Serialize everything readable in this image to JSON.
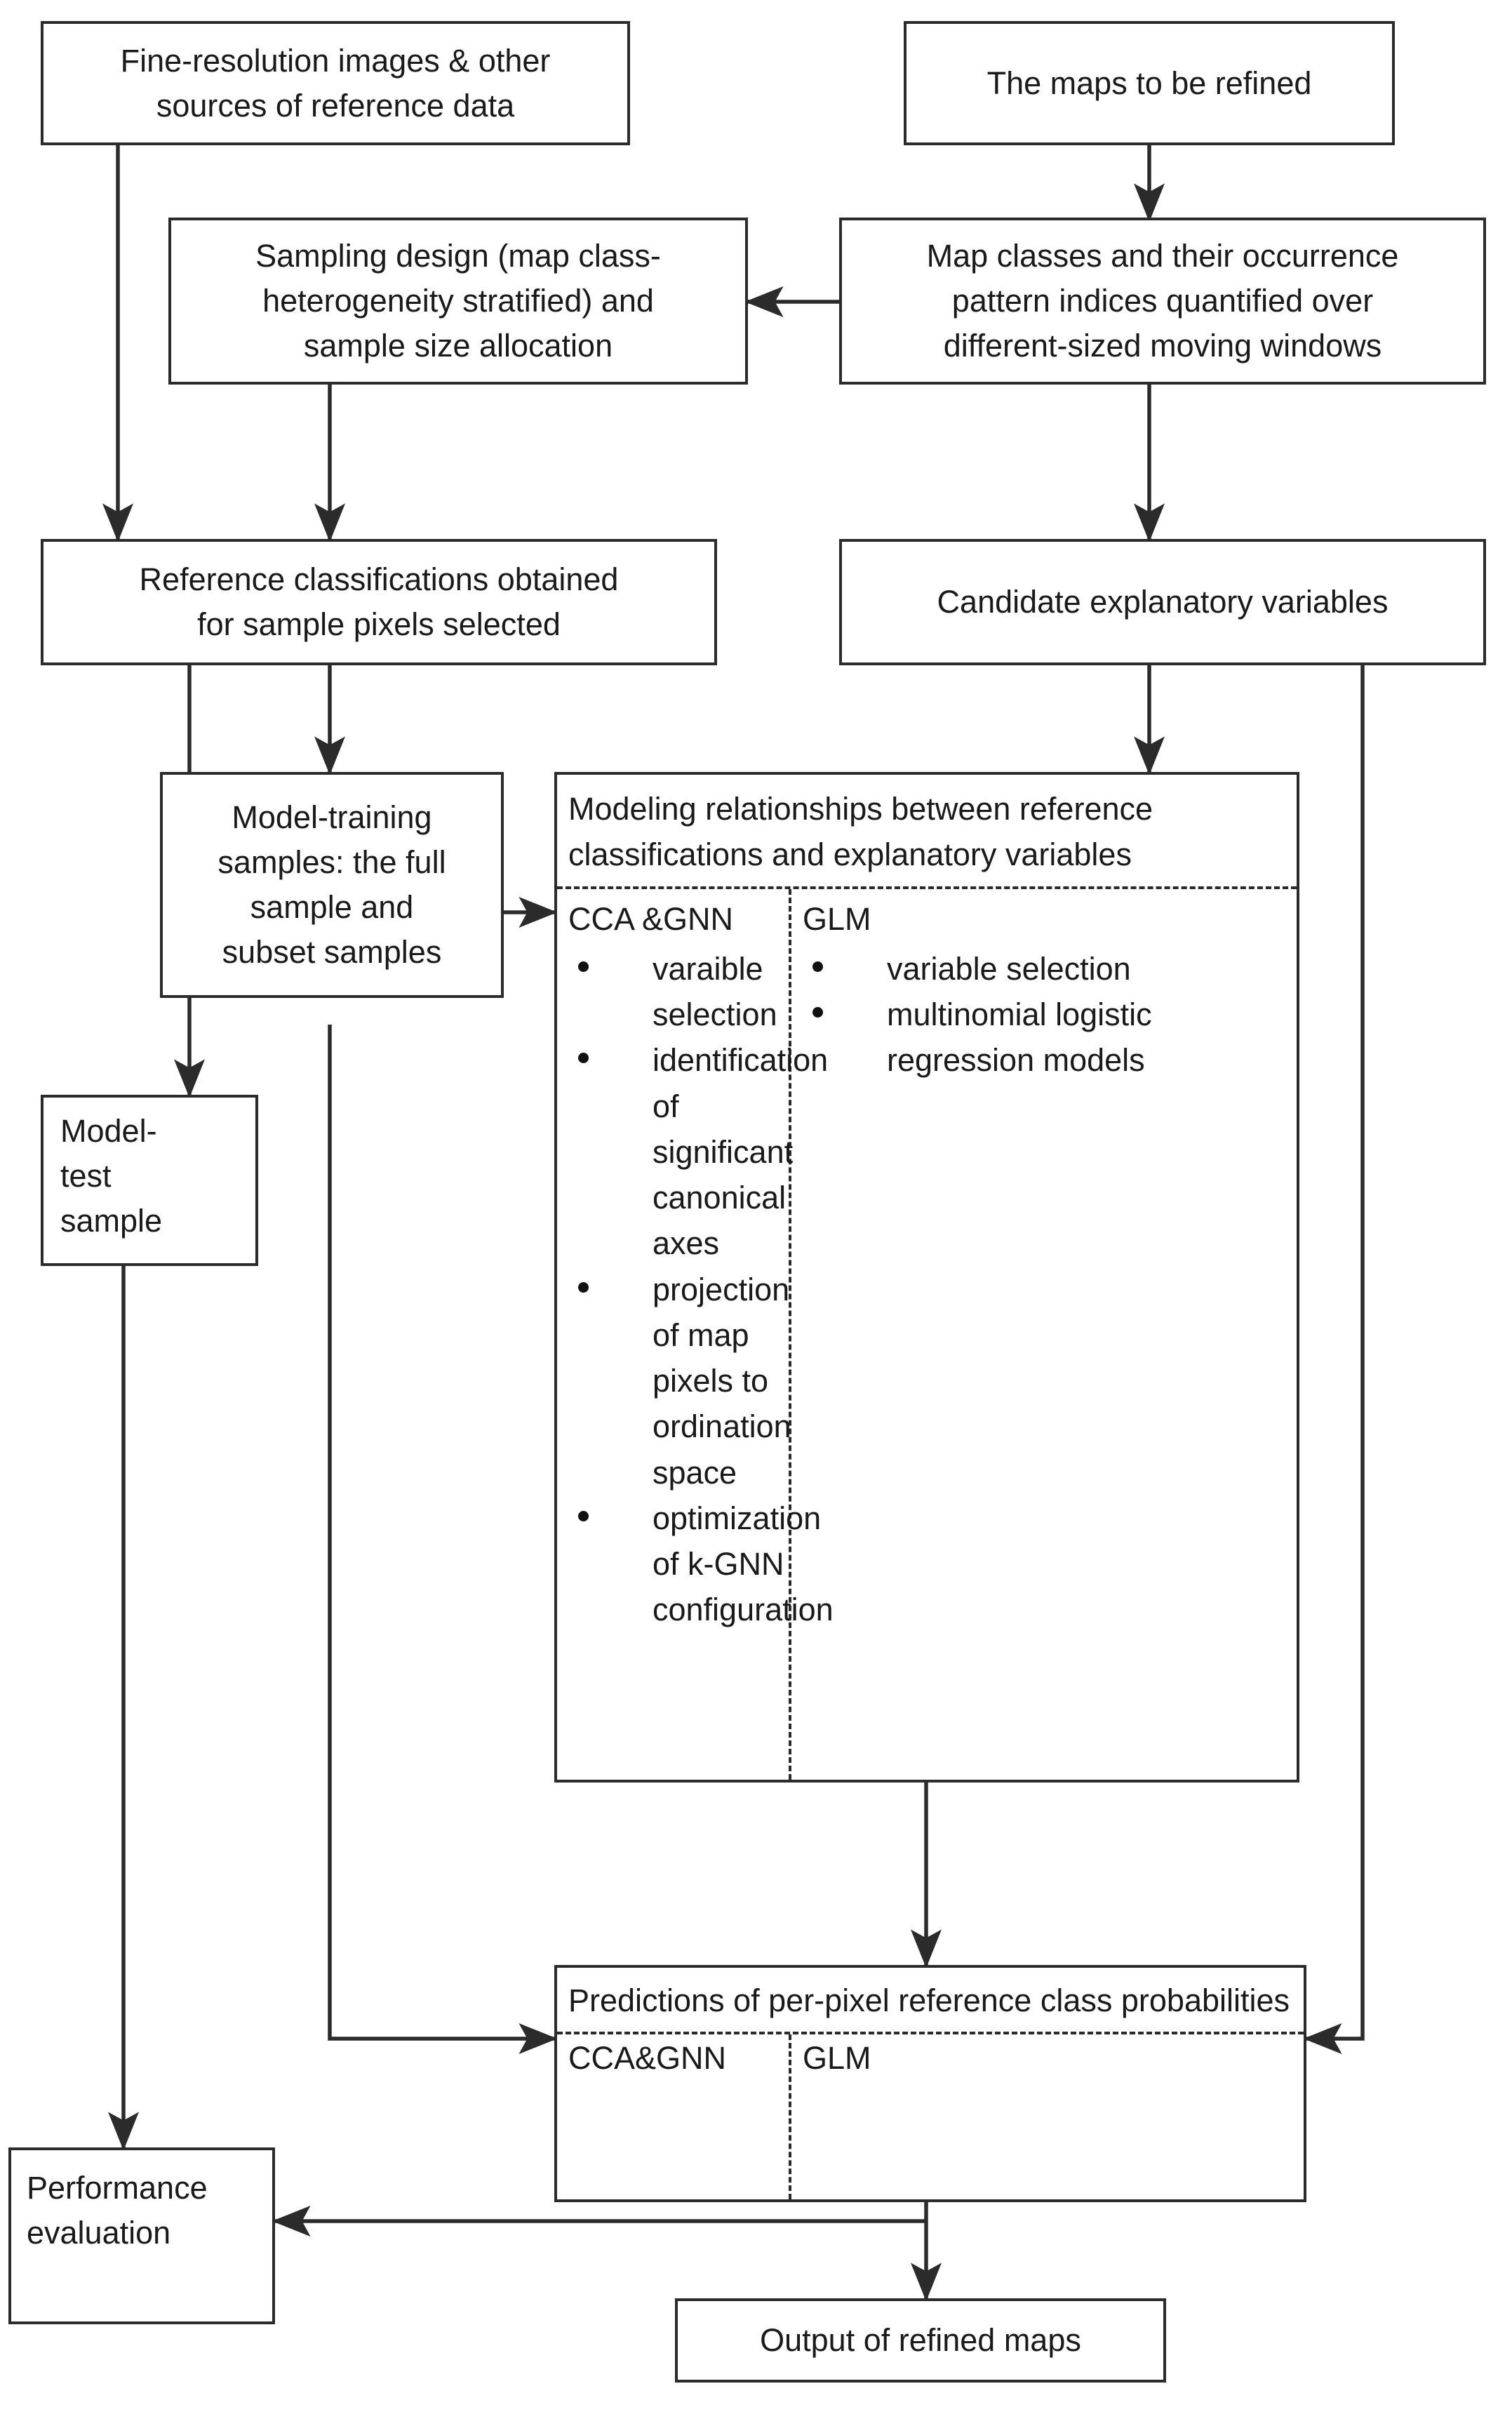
{
  "diagram": {
    "title": "Map refinement modeling workflow flowchart",
    "line_color": "#2b2b2b",
    "text_color": "#1a1a1a",
    "background": "#ffffff"
  },
  "nodes": {
    "fine_resolution": {
      "line1": "Fine-resolution images & other",
      "line2": "sources of reference data"
    },
    "maps_to_refine": {
      "line1": "The maps to be refined"
    },
    "sampling_design": {
      "line1": "Sampling design (map class-",
      "line2": "heterogeneity stratified) and",
      "line3": "sample size allocation"
    },
    "map_classes": {
      "line1": "Map classes and their occurrence",
      "line2": "pattern indices quantified over",
      "line3": "different-sized moving windows"
    },
    "reference_classifications": {
      "line1": "Reference classifications obtained",
      "line2": "for sample pixels selected"
    },
    "candidate_variables": {
      "line1": "Candidate explanatory variables"
    },
    "model_training": {
      "line1": "Model-training",
      "line2": "samples: the full",
      "line3": "sample and",
      "line4": "subset samples"
    },
    "model_test": {
      "line1": "Model-",
      "line2": "test",
      "line3": "sample"
    },
    "performance_evaluation": {
      "line1": "Performance",
      "line2": "evaluation"
    },
    "output_refined_maps": {
      "line1": "Output of refined maps"
    }
  },
  "modeling_box": {
    "header_line1": "Modeling relationships between",
    "header_line2": "reference classifications and",
    "header_line3": "explanatory variables",
    "columns": [
      {
        "title": "CCA &GNN",
        "bullets": [
          "varaible selection",
          "identification of significant canonical axes",
          "projection of map pixels to ordination space",
          "optimization of k-GNN configuration"
        ]
      },
      {
        "title": "GLM",
        "bullets": [
          "variable selection",
          "multinomial logistic regression models"
        ]
      }
    ]
  },
  "predictions_box": {
    "header_line1": "Predictions of per-pixel reference class",
    "header_line2": "probabilities",
    "columns": [
      {
        "title": "CCA&GNN"
      },
      {
        "title": "GLM"
      }
    ]
  }
}
